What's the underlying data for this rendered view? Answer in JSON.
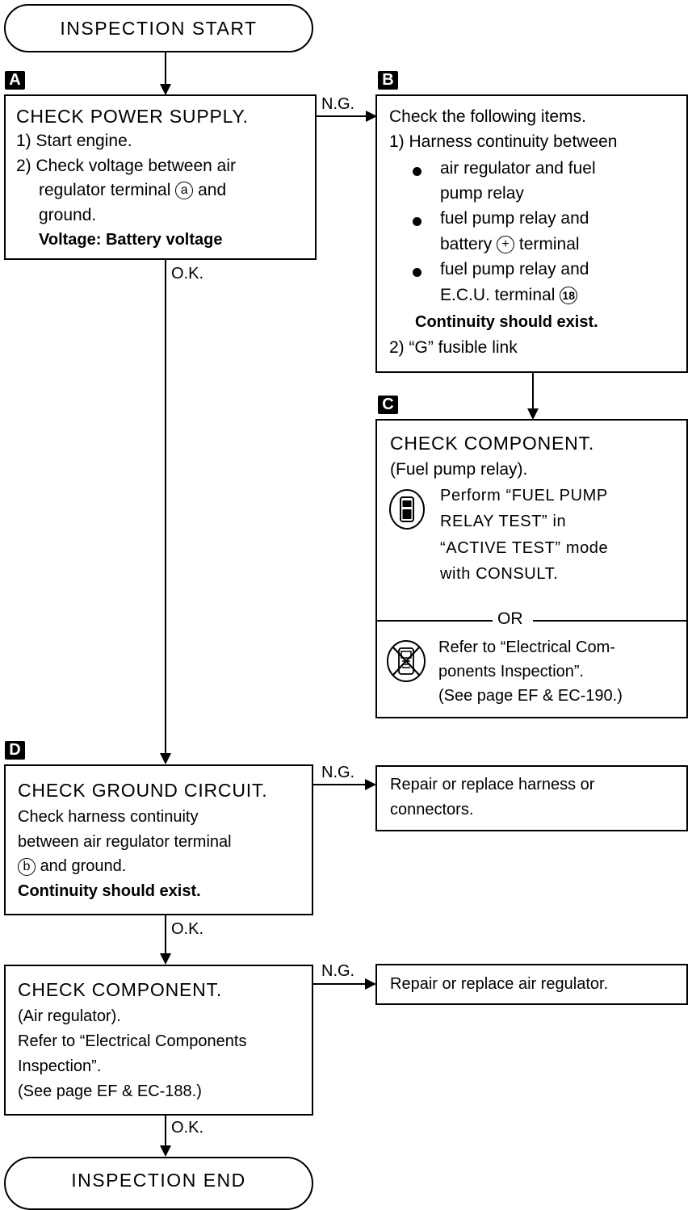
{
  "start_label": "INSPECTION START",
  "end_label": "INSPECTION END",
  "tags": {
    "a": "A",
    "b": "B",
    "c": "C",
    "d": "D"
  },
  "edges": {
    "ng": "N.G.",
    "ok": "O.K."
  },
  "box_a": {
    "title": "CHECK POWER SUPPLY.",
    "step1": "1) Start engine.",
    "step2_l1": "2) Check voltage between air",
    "step2_l2a": "regulator terminal",
    "term_a": "a",
    "step2_l2b": "and",
    "step2_l3": "ground.",
    "spec": "Voltage:  Battery voltage"
  },
  "box_b": {
    "intro": "Check the following items.",
    "item1": "1) Harness continuity between",
    "b1_l1": "air regulator and fuel",
    "b1_l2": "pump relay",
    "b2_l1": "fuel pump relay and",
    "b2_l2a": "battery",
    "b2_l2b": "terminal",
    "plus_symbol": "+",
    "b3_l1": "fuel pump relay and",
    "b3_l2a": "E.C.U. terminal",
    "term_18": "18",
    "spec": "Continuity should exist.",
    "item2": "2) “G” fusible link"
  },
  "box_c": {
    "title": "CHECK COMPONENT.",
    "sub": "(Fuel pump relay).",
    "consult_l1": "Perform “FUEL PUMP",
    "consult_l2": "RELAY TEST” in",
    "consult_l3": "“ACTIVE TEST” mode",
    "consult_l4": "with CONSULT.",
    "or": "OR",
    "manual_l1": "Refer to “Electrical Com-",
    "manual_l2": "ponents Inspection”.",
    "manual_l3": "(See page EF & EC-190.)"
  },
  "box_d": {
    "title": "CHECK GROUND CIRCUIT.",
    "l1": "Check harness continuity",
    "l2": "between air regulator terminal",
    "term_b": "b",
    "l3": "and ground.",
    "spec": "Continuity should exist."
  },
  "box_d_ng": {
    "l1": "Repair or replace harness or",
    "l2": "connectors."
  },
  "box_e": {
    "title": "CHECK COMPONENT.",
    "sub": "(Air regulator).",
    "l1": "Refer to “Electrical Components",
    "l2": "Inspection”.",
    "l3": "(See page EF & EC-188.)"
  },
  "box_e_ng": {
    "l1": "Repair or replace air regulator."
  }
}
